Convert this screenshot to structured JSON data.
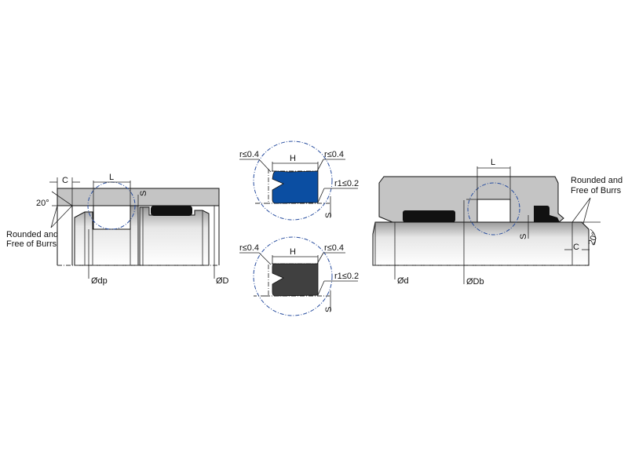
{
  "colors": {
    "seal_blue": "#0b4ea2",
    "seal_dark": "#404040",
    "housing": "#c4c4c4",
    "detail_circle": "#2a4fa0"
  },
  "piston": {
    "label_c": "C",
    "label_l": "L",
    "label_s": "S",
    "label_angle": "20°",
    "note_line1": "Rounded and",
    "note_line2": "Free of Burrs",
    "label_dp": "Ødp",
    "label_D": "ØD"
  },
  "detail_top": {
    "label_h": "H",
    "r_left": "r≤0.4",
    "r_right": "r≤0.4",
    "r1": "r1≤0.2",
    "label_s": "S"
  },
  "detail_bottom": {
    "label_h": "H",
    "r_left": "r≤0.4",
    "r_right": "r≤0.4",
    "r1": "r1≤0.2",
    "label_s": "S"
  },
  "rod": {
    "label_l": "L",
    "note_line1": "Rounded and",
    "note_line2": "Free of Burrs",
    "label_s": "S",
    "label_c": "C",
    "label_angle": "20°",
    "label_d": "Ød",
    "label_Db": "ØDb"
  }
}
